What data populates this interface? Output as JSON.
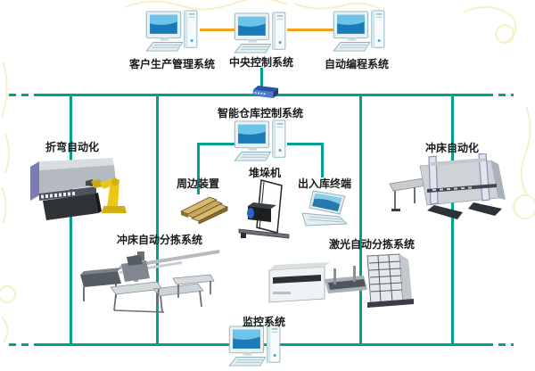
{
  "colors": {
    "line_teal": "#00a18e",
    "line_orange": "#f5a01a",
    "label_text": "#17191b",
    "switch_blue": "#4a7cc8",
    "screen_blue": "#1b7ab8",
    "robot_yellow": "#eac818",
    "pallet_tan": "#d8b970"
  },
  "nodes": {
    "customer_system": "客户生产管理系统",
    "central_system": "中央控制系统",
    "programming_system": "自动编程系统",
    "warehouse_system": "智能仓库控制系统",
    "bending_automation": "折弯自动化",
    "punch_automation": "冲床自动化",
    "peripheral_device": "周边装置",
    "stacker_crane": "堆垛机",
    "inout_terminal": "出入库终端",
    "punch_sorting_system": "冲床自动分拣系统",
    "laser_sorting_system": "激光自动分拣系统",
    "monitoring_system": "监控系统"
  },
  "icons": {
    "computer": "desktop-computer-icon",
    "switch": "network-switch-icon",
    "pallet": "pallet-icon",
    "stacker": "stacker-crane-icon",
    "laptop": "laptop-icon",
    "bender": "bending-machine-image",
    "punch": "punch-machine-image",
    "punch_sort": "punch-sorting-line-image",
    "laser": "laser-sorting-line-image"
  }
}
